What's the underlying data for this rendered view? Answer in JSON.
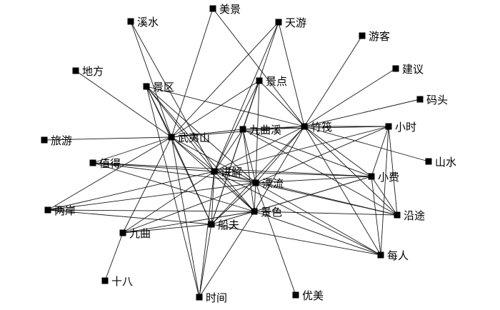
{
  "graph": {
    "colors": {
      "node": "#000000",
      "edge": "#1a1a1a",
      "background": "#ffffff"
    },
    "nodes": [
      {
        "id": "meijing",
        "label": "美景"
      },
      {
        "id": "xishui",
        "label": "溪水"
      },
      {
        "id": "tianyou",
        "label": "天游"
      },
      {
        "id": "youke",
        "label": "游客"
      },
      {
        "id": "jianyi",
        "label": "建议"
      },
      {
        "id": "difang",
        "label": "地方"
      },
      {
        "id": "jingqu",
        "label": "景区"
      },
      {
        "id": "jingdian",
        "label": "景点"
      },
      {
        "id": "matou",
        "label": "码头"
      },
      {
        "id": "zhufa",
        "label": "竹筏"
      },
      {
        "id": "jiuquxi",
        "label": "九曲溪"
      },
      {
        "id": "xiaoshi",
        "label": "小时"
      },
      {
        "id": "wuyishan",
        "label": "武夷山"
      },
      {
        "id": "lvyou",
        "label": "旅游"
      },
      {
        "id": "shanshui",
        "label": "山水"
      },
      {
        "id": "zhide",
        "label": "值得"
      },
      {
        "id": "jiangjie",
        "label": "讲解"
      },
      {
        "id": "xiaofei",
        "label": "小费"
      },
      {
        "id": "piaoliu",
        "label": "漂流"
      },
      {
        "id": "liangan",
        "label": "两岸"
      },
      {
        "id": "jingse",
        "label": "景色"
      },
      {
        "id": "yantu",
        "label": "沿途"
      },
      {
        "id": "chuanfu",
        "label": "船夫"
      },
      {
        "id": "jiuqu",
        "label": "九曲"
      },
      {
        "id": "meiren",
        "label": "每人"
      },
      {
        "id": "shiba",
        "label": "十八"
      },
      {
        "id": "shijian",
        "label": "时间"
      },
      {
        "id": "youmei",
        "label": "优美"
      }
    ],
    "edges": [
      [
        "meijing",
        "wuyishan"
      ],
      [
        "meijing",
        "zhufa"
      ],
      [
        "xishui",
        "wuyishan"
      ],
      [
        "xishui",
        "jiangjie"
      ],
      [
        "tianyou",
        "jiuquxi"
      ],
      [
        "tianyou",
        "wuyishan"
      ],
      [
        "tianyou",
        "zhufa"
      ],
      [
        "tianyou",
        "jiangjie"
      ],
      [
        "youke",
        "zhufa"
      ],
      [
        "jianyi",
        "zhufa"
      ],
      [
        "matou",
        "zhufa"
      ],
      [
        "difang",
        "wuyishan"
      ],
      [
        "jingqu",
        "wuyishan"
      ],
      [
        "jingqu",
        "jiangjie"
      ],
      [
        "jingqu",
        "zhufa"
      ],
      [
        "jingqu",
        "piaoliu"
      ],
      [
        "jingqu",
        "jingse"
      ],
      [
        "jingqu",
        "chuanfu"
      ],
      [
        "jingqu",
        "shijian"
      ],
      [
        "jingdian",
        "jiuquxi"
      ],
      [
        "jingdian",
        "wuyishan"
      ],
      [
        "jingdian",
        "zhufa"
      ],
      [
        "jingdian",
        "jiangjie"
      ],
      [
        "jingdian",
        "piaoliu"
      ],
      [
        "jingdian",
        "chuanfu"
      ],
      [
        "zhufa",
        "jiuquxi"
      ],
      [
        "zhufa",
        "wuyishan"
      ],
      [
        "zhufa",
        "xiaoshi"
      ],
      [
        "zhufa",
        "shanshui"
      ],
      [
        "zhufa",
        "xiaofei"
      ],
      [
        "zhufa",
        "yantu"
      ],
      [
        "zhufa",
        "meiren"
      ],
      [
        "zhufa",
        "jiangjie"
      ],
      [
        "zhufa",
        "piaoliu"
      ],
      [
        "zhufa",
        "jingse"
      ],
      [
        "zhufa",
        "chuanfu"
      ],
      [
        "jiuquxi",
        "wuyishan"
      ],
      [
        "jiuquxi",
        "xiaoshi"
      ],
      [
        "jiuquxi",
        "jiangjie"
      ],
      [
        "jiuquxi",
        "piaoliu"
      ],
      [
        "jiuquxi",
        "jingse"
      ],
      [
        "jiuquxi",
        "chuanfu"
      ],
      [
        "jiuquxi",
        "xiaofei"
      ],
      [
        "jiuquxi",
        "yantu"
      ],
      [
        "wuyishan",
        "jiangjie"
      ],
      [
        "wuyishan",
        "piaoliu"
      ],
      [
        "wuyishan",
        "jingse"
      ],
      [
        "wuyishan",
        "chuanfu"
      ],
      [
        "wuyishan",
        "zhide"
      ],
      [
        "wuyishan",
        "liangan"
      ],
      [
        "wuyishan",
        "jiuqu"
      ],
      [
        "wuyishan",
        "shijian"
      ],
      [
        "lvyou",
        "wuyishan"
      ],
      [
        "zhide",
        "jiangjie"
      ],
      [
        "zhide",
        "piaoliu"
      ],
      [
        "zhide",
        "jingse"
      ],
      [
        "zhide",
        "xiaofei"
      ],
      [
        "jiangjie",
        "piaoliu"
      ],
      [
        "jiangjie",
        "jingse"
      ],
      [
        "jiangjie",
        "chuanfu"
      ],
      [
        "jiangjie",
        "xiaofei"
      ],
      [
        "jiangjie",
        "xiaoshi"
      ],
      [
        "jiangjie",
        "meiren"
      ],
      [
        "jiangjie",
        "yantu"
      ],
      [
        "jiangjie",
        "liangan"
      ],
      [
        "jiangjie",
        "jiuqu"
      ],
      [
        "jiangjie",
        "shijian"
      ],
      [
        "piaoliu",
        "xiaofei"
      ],
      [
        "piaoliu",
        "xiaoshi"
      ],
      [
        "piaoliu",
        "yantu"
      ],
      [
        "piaoliu",
        "meiren"
      ],
      [
        "piaoliu",
        "jingse"
      ],
      [
        "piaoliu",
        "chuanfu"
      ],
      [
        "piaoliu",
        "jiuqu"
      ],
      [
        "piaoliu",
        "liangan"
      ],
      [
        "piaoliu",
        "youmei"
      ],
      [
        "jingse",
        "xiaofei"
      ],
      [
        "jingse",
        "yantu"
      ],
      [
        "jingse",
        "meiren"
      ],
      [
        "jingse",
        "chuanfu"
      ],
      [
        "jingse",
        "jiuqu"
      ],
      [
        "jingse",
        "liangan"
      ],
      [
        "jingse",
        "shijian"
      ],
      [
        "chuanfu",
        "jiuqu"
      ],
      [
        "chuanfu",
        "xiaofei"
      ],
      [
        "chuanfu",
        "meiren"
      ],
      [
        "chuanfu",
        "shijian"
      ],
      [
        "chuanfu",
        "liangan"
      ],
      [
        "xiaofei",
        "xiaoshi"
      ],
      [
        "xiaofei",
        "yantu"
      ],
      [
        "xiaofei",
        "meiren"
      ],
      [
        "jiuqu",
        "shiba"
      ],
      [
        "meiren",
        "xiaoshi"
      ],
      [
        "yantu",
        "xiaoshi"
      ]
    ]
  }
}
